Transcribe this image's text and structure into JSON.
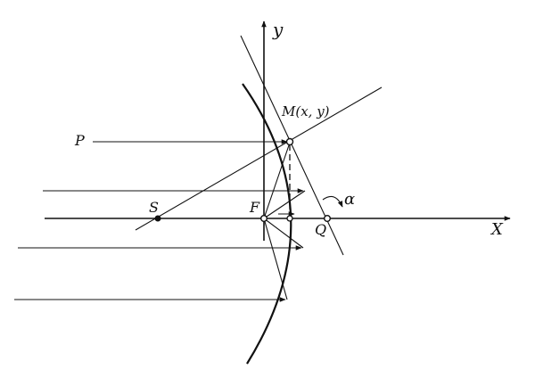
{
  "diagram": {
    "labels": {
      "y_axis": "y",
      "x_axis": "X",
      "point_m": "M(x, y)",
      "point_p": "P",
      "point_s": "S",
      "point_f": "F",
      "point_q": "Q",
      "angle": "α"
    }
  }
}
